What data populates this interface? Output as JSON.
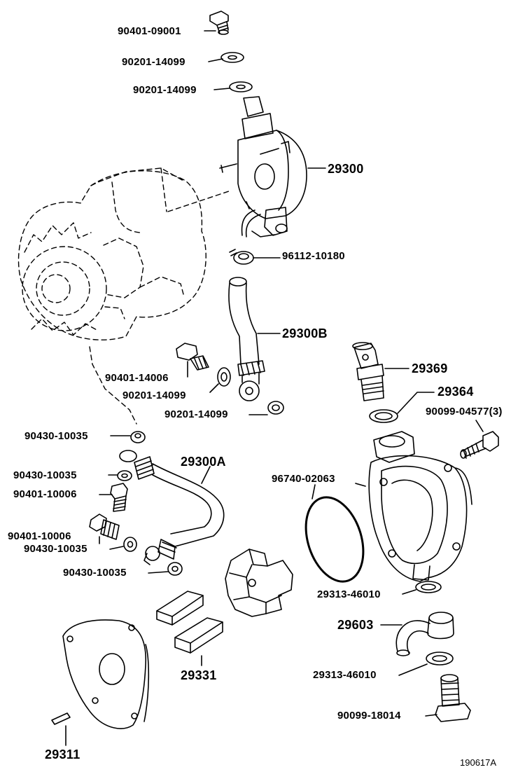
{
  "labels": {
    "p90401_09001": "90401-09001",
    "p90201_14099_a": "90201-14099",
    "p90201_14099_b": "90201-14099",
    "p29300": "29300",
    "p96112_10180": "96112-10180",
    "p29300B": "29300B",
    "p90401_14006": "90401-14006",
    "p90201_14099_c": "90201-14099",
    "p90201_14099_d": "90201-14099",
    "p29369": "29369",
    "p29364": "29364",
    "p90099_04577": "90099-04577(3)",
    "p90430_10035_a": "90430-10035",
    "p29300A": "29300A",
    "p90430_10035_b": "90430-10035",
    "p90401_10006_a": "90401-10006",
    "p96740_02063": "96740-02063",
    "p90401_10006_b": "90401-10006",
    "p90430_10035_c": "90430-10035",
    "p90430_10035_d": "90430-10035",
    "p29313_46010_a": "29313-46010",
    "p29603": "29603",
    "p29331": "29331",
    "p29313_46010_b": "29313-46010",
    "p90099_18014": "90099-18014",
    "p29311": "29311"
  },
  "figure_ref": "190617A",
  "colors": {
    "line": "#000000",
    "background": "#ffffff"
  }
}
